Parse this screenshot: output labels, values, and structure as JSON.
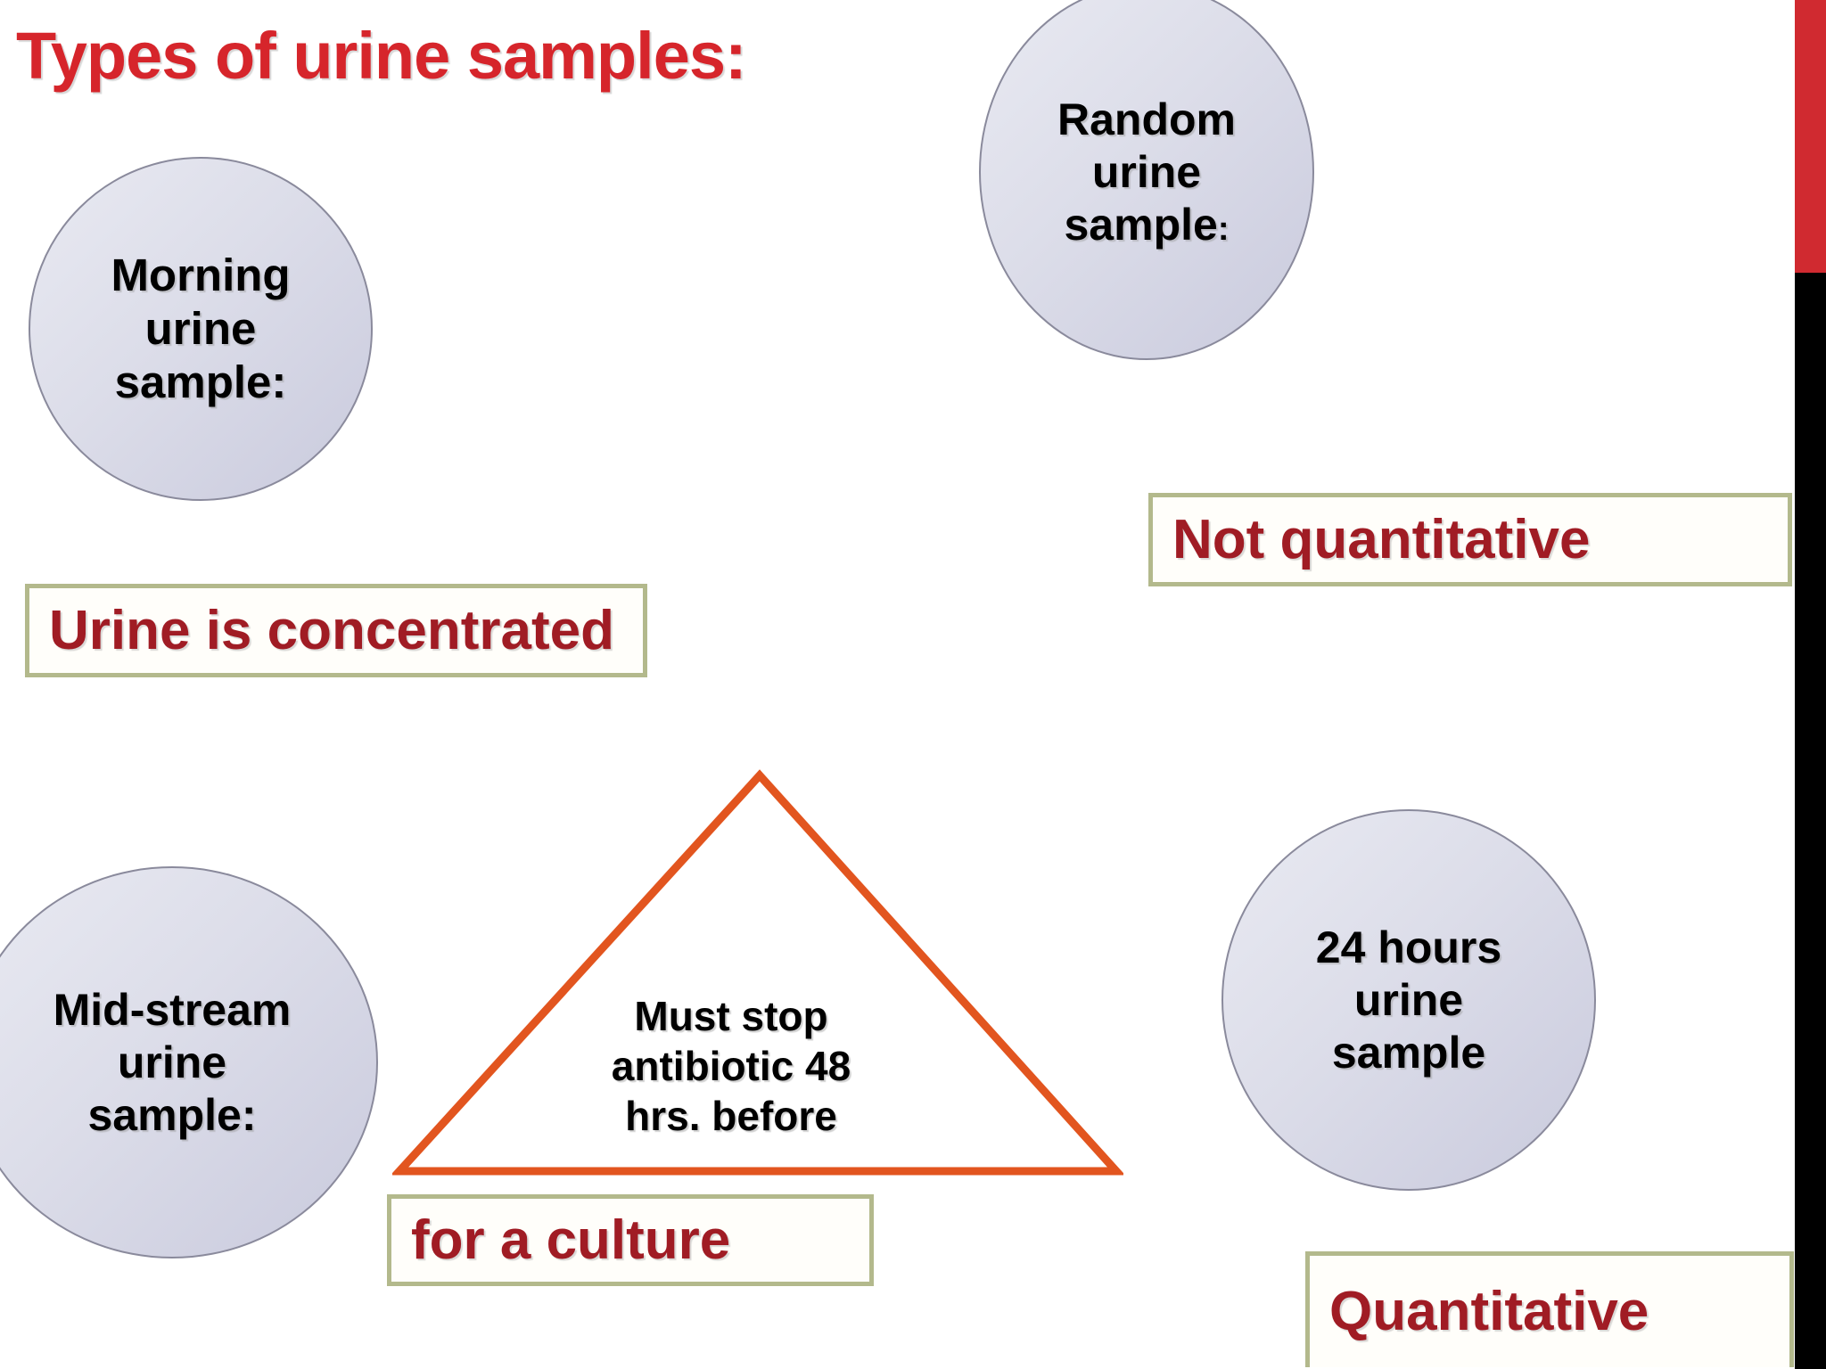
{
  "slide": {
    "title": "Types of urine samples:",
    "title_color": "#d6252b",
    "background_color": "#ffffff"
  },
  "theme": {
    "accent_red": "#d02a30",
    "edge_black": "#000000",
    "callout_border": "#b3b98c",
    "callout_text": "#a01c24",
    "oval_fill_light": "#e9eaf2",
    "oval_fill_dark": "#c9cadd",
    "oval_outline": "#8a8a9c",
    "triangle_outline": "#e2551f"
  },
  "ovals": [
    {
      "name": "morning-urine-sample",
      "lines": [
        "Morning",
        "urine",
        "sample:"
      ],
      "label": "Morning urine sample:"
    },
    {
      "name": "random-urine-sample",
      "lines": [
        "Random",
        "urine",
        "sample"
      ],
      "trailing_colon": ":",
      "label": "Random urine sample:"
    },
    {
      "name": "mid-stream-urine-sample",
      "lines": [
        "Mid-stream",
        "urine",
        "sample:"
      ],
      "label": "Mid-stream urine sample:"
    },
    {
      "name": "24-hours-urine-sample",
      "lines": [
        "24 hours",
        "urine",
        "sample"
      ],
      "label": "24 hours urine sample"
    }
  ],
  "callouts": [
    {
      "name": "urine-is-concentrated",
      "text": "Urine is concentrated"
    },
    {
      "name": "not-quantitative",
      "text": "Not quantitative"
    },
    {
      "name": "for-a-culture",
      "text": "for a culture"
    },
    {
      "name": "quantitative",
      "text": "Quantitative"
    }
  ],
  "triangle": {
    "name": "antibiotic-warning-triangle",
    "lines": [
      "Must stop",
      "antibiotic 48",
      "hrs. before"
    ],
    "text": "Must stop antibiotic 48 hrs. before"
  }
}
